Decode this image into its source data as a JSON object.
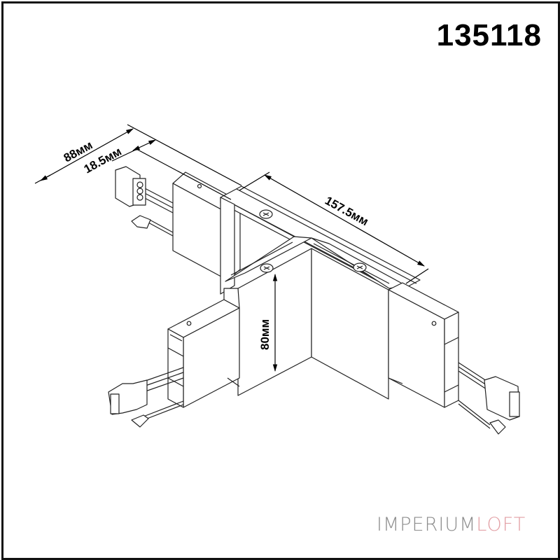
{
  "header": {
    "article_number": "135118"
  },
  "dimensions": {
    "overall_depth": "88мм",
    "profile_width": "18.5мм",
    "arm_length": "157.5мм",
    "height": "80мм"
  },
  "drawing": {
    "subject": "track T-connector",
    "connectors": [
      "left-rear-connector",
      "left-front-connector",
      "right-front-connector"
    ]
  },
  "brand": {
    "part1": "IMPERIUM",
    "part2": "LOFT",
    "color_part1": "#8e8e8e",
    "color_part2": "#e3a1a6"
  },
  "colors": {
    "frame": "#111111",
    "line": "#222222",
    "background": "#ffffff"
  }
}
